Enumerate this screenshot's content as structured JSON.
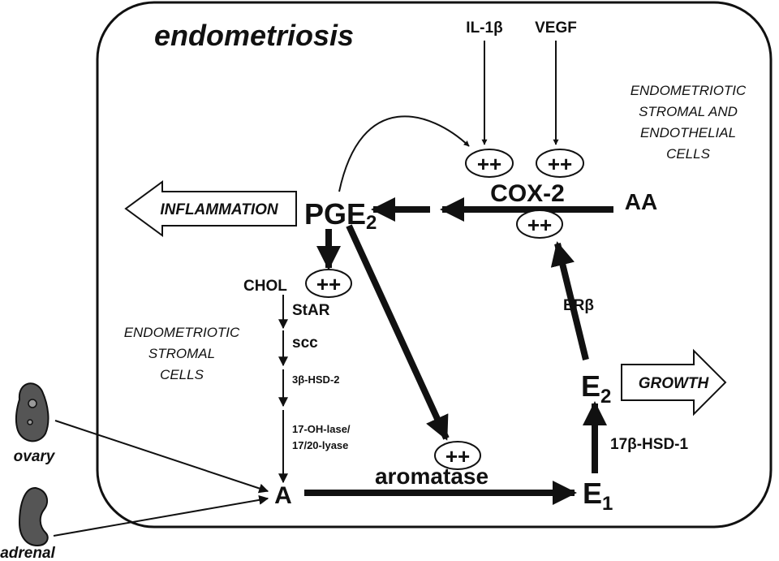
{
  "diagram": {
    "title": "endometriosis",
    "regions": {
      "stromal_endothelial": [
        "ENDOMETRIOTIC",
        "STROMAL AND",
        "ENDOTHELIAL",
        "CELLS"
      ],
      "stromal": [
        "ENDOMETRIOTIC",
        "STROMAL",
        "CELLS"
      ]
    },
    "inputs": {
      "il1b": "IL-1β",
      "vegf": "VEGF"
    },
    "nodes": {
      "cox2": "COX-2",
      "aa": "AA",
      "pge2_main": "PGE",
      "pge2_sub": "2",
      "chol": "CHOL",
      "a": "A",
      "e1_main": "E",
      "e1_sub": "1",
      "e2_main": "E",
      "e2_sub": "2",
      "aromatase": "aromatase"
    },
    "enzymes": {
      "star": "StAR",
      "scc": "scc",
      "hsd2": "3β-HSD-2",
      "oh_lase_1": "17-OH-lase/",
      "oh_lase_2": "17/20-lyase",
      "hsd1": "17β-HSD-1",
      "er_beta": "ERβ"
    },
    "outputs": {
      "inflammation": "INFLAMMATION",
      "growth": "GROWTH"
    },
    "organs": {
      "ovary": "ovary",
      "adrenal": "adrenal"
    },
    "stimulation_badge": "++"
  }
}
